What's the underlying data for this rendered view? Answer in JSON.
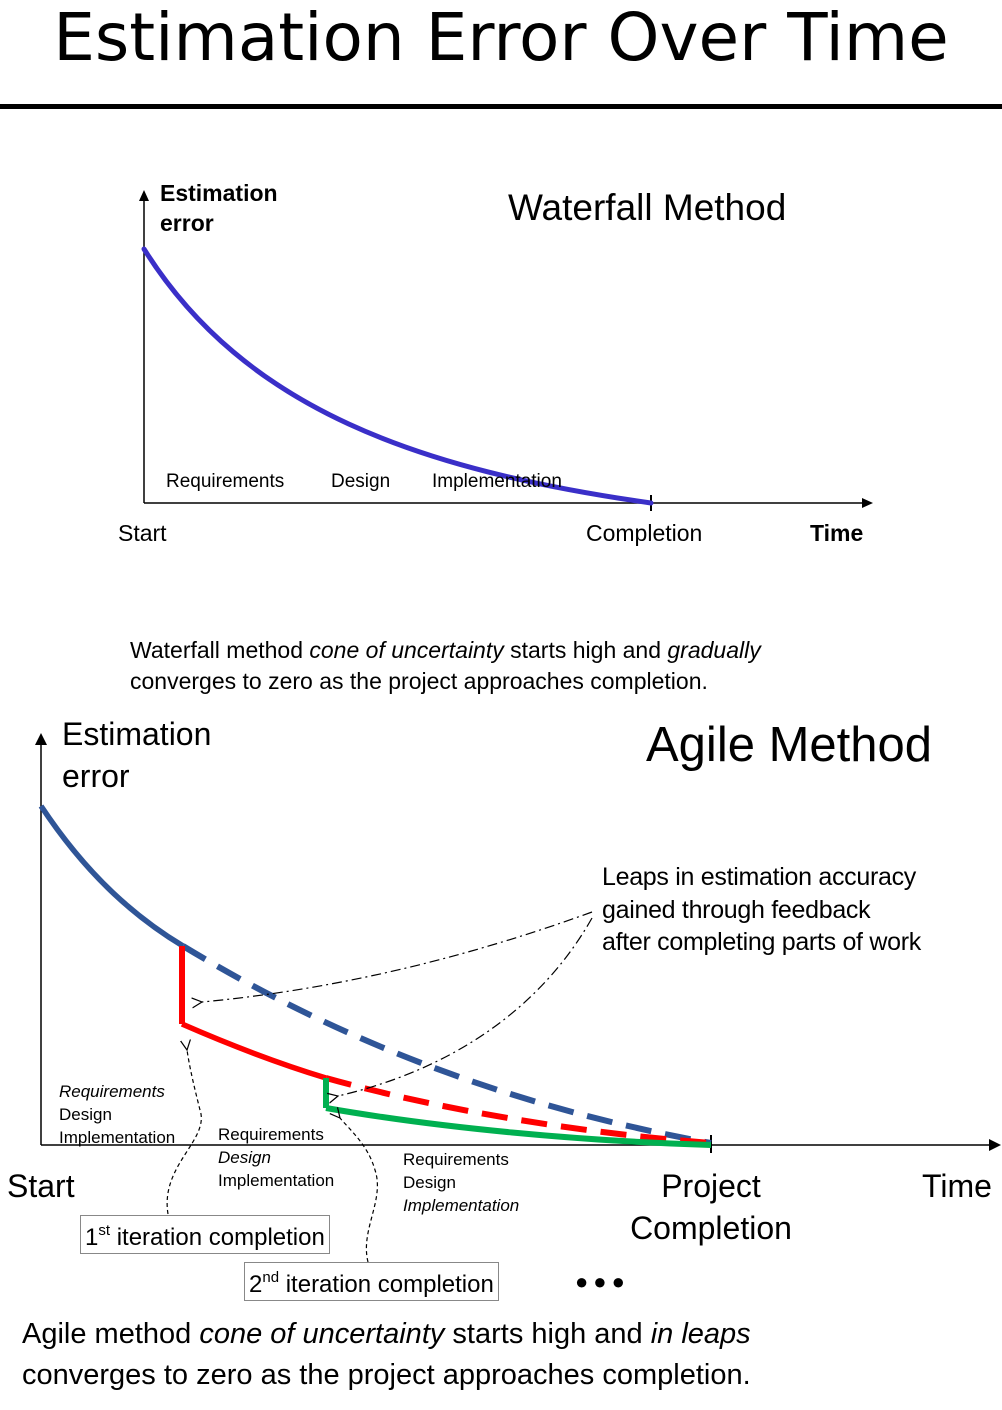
{
  "page_title": "Estimation Error Over Time",
  "waterfall": {
    "title": "Waterfall Method",
    "y_label_1": "Estimation",
    "y_label_2": "error",
    "phase_labels": [
      "Requirements",
      "Design",
      "Implementation"
    ],
    "x_start": "Start",
    "x_completion": "Completion",
    "x_axis_label": "Time",
    "curve_color": "#3a2fc8",
    "caption": {
      "p1": "Waterfall method ",
      "em1": "cone of uncertainty",
      "p2": " starts high and ",
      "em2": "gradually",
      "line2": "converges to zero as the project approaches completion."
    }
  },
  "agile": {
    "title": "Agile Method",
    "y_label_1": "Estimation",
    "y_label_2": "error",
    "x_start": "Start",
    "x_completion_1": "Project",
    "x_completion_2": "Completion",
    "x_axis_label": "Time",
    "annotation": [
      "Leaps in estimation accuracy",
      "gained through feedback",
      "after completing parts of work"
    ],
    "phase_group_1": [
      "Requirements",
      "Design",
      "Implementation"
    ],
    "phase_group_2": [
      "Requirements",
      "Design",
      "Implementation"
    ],
    "phase_group_3": [
      "Requirements",
      "Design",
      "Implementation"
    ],
    "iteration_1": {
      "ordinal": "1",
      "suffix": "st",
      "text": " iteration completion"
    },
    "iteration_2": {
      "ordinal": "2",
      "suffix": "nd",
      "text": " iteration completion"
    },
    "ellipsis": "●●●",
    "colors": {
      "baseline": "#2f5597",
      "iteration_1": "#ff0000",
      "iteration_2": "#00b050"
    },
    "caption": {
      "p1": "Agile method ",
      "em1": "cone of uncertainty",
      "p2": " starts high and ",
      "em2": "in leaps",
      "line2": "converges to zero as the project approaches completion."
    }
  }
}
